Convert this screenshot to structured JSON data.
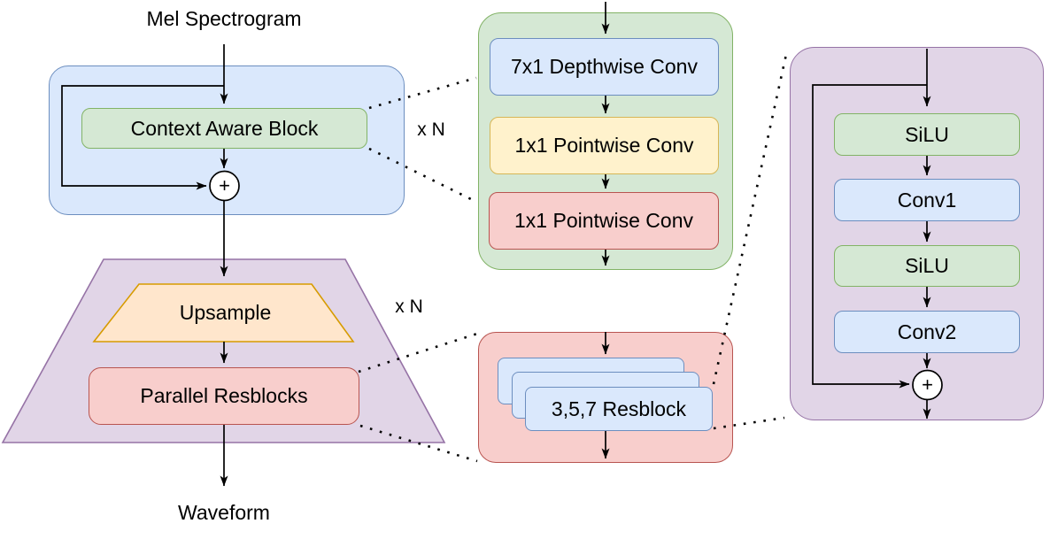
{
  "labels": {
    "input": "Mel Spectrogram",
    "output": "Waveform",
    "repeat_encoder": "x N",
    "repeat_decoder": "x N",
    "plus": "+"
  },
  "encoder": {
    "context_block": "Context Aware Block"
  },
  "decoder": {
    "upsample": "Upsample",
    "parallel_resblocks": "Parallel Resblocks"
  },
  "context_block_detail": {
    "layers": [
      {
        "label": "7x1 Depthwise Conv"
      },
      {
        "label": "1x1 Pointwise Conv"
      },
      {
        "label": "1x1 Pointwise Conv"
      }
    ]
  },
  "parallel_resblocks_detail": {
    "stacked_block": "3,5,7 Resblock"
  },
  "resblock_detail": {
    "layers": [
      {
        "label": "SiLU"
      },
      {
        "label": "Conv1"
      },
      {
        "label": "SiLU"
      },
      {
        "label": "Conv2"
      }
    ]
  },
  "palette": {
    "blue_fill": "#dae8fc",
    "blue_stroke": "#6c8ebf",
    "green_fill": "#d5e8d4",
    "green_stroke": "#82b366",
    "yellow_fill": "#fff2cc",
    "yellow_stroke": "#d6b656",
    "red_fill": "#f8cecc",
    "red_stroke": "#b85450",
    "purple_fill": "#e1d5e7",
    "purple_stroke": "#9673a6",
    "orange_fill": "#ffe6cc",
    "orange_stroke": "#d79b00",
    "line": "#000000"
  }
}
